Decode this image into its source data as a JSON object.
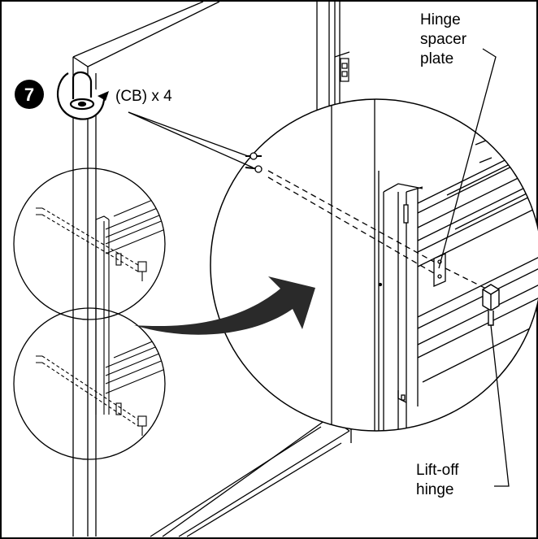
{
  "step": {
    "number": "7"
  },
  "fastener_callout": {
    "text": "(CB) x 4",
    "icon": "rotate-wrench-icon"
  },
  "labels": {
    "hinge_spacer_plate": [
      "Hinge",
      "spacer",
      "plate"
    ],
    "lift_off_hinge": [
      "Lift-off",
      "hinge"
    ]
  },
  "colors": {
    "line": "#000000",
    "background": "#ffffff",
    "arrow": "#2a2a2a"
  }
}
